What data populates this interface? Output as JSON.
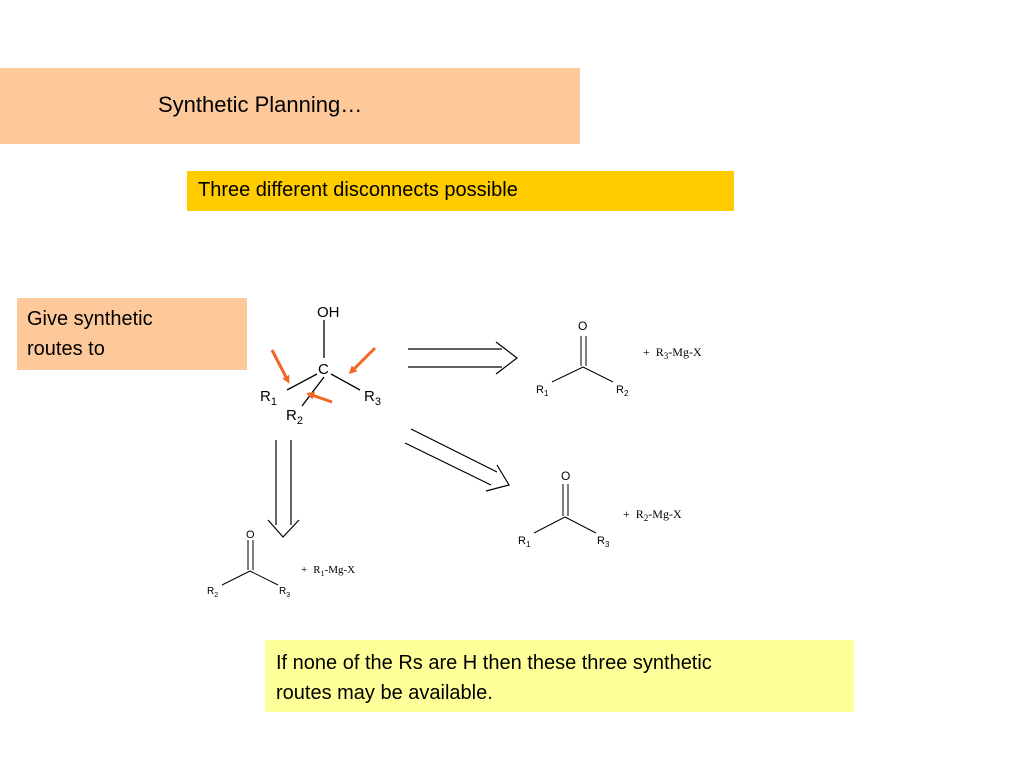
{
  "title": "Synthetic Planning…",
  "subtitle": "Three different disconnects possible",
  "prompt_lines": [
    "Give synthetic",
    "routes to"
  ],
  "note_lines": [
    "If none of the Rs are H then these three synthetic",
    "routes may be available."
  ],
  "colors": {
    "title_bg": "#fdc99a",
    "subtitle_bg": "#ffcc00",
    "note_bg": "#ffff99",
    "arrow_orange": "#f26522"
  },
  "target": {
    "oh": "OH",
    "c": "C",
    "r1": "R",
    "r1_sub": "1",
    "r2": "R",
    "r2_sub": "2",
    "r3": "R",
    "r3_sub": "3"
  },
  "product_right": {
    "o": "O",
    "left": "R",
    "left_sub": "1",
    "right": "R",
    "right_sub": "2",
    "reagent_plus": "+",
    "reagent_r": "R",
    "reagent_sub": "3",
    "reagent_rest": "-Mg-X"
  },
  "product_diag": {
    "o": "O",
    "left": "R",
    "left_sub": "1",
    "right": "R",
    "right_sub": "3",
    "reagent_plus": "+",
    "reagent_r": "R",
    "reagent_sub": "2",
    "reagent_rest": "-Mg-X"
  },
  "product_down": {
    "o": "O",
    "left": "R",
    "left_sub": "2",
    "right": "R",
    "right_sub": "3",
    "reagent_plus": "+",
    "reagent_r": "R",
    "reagent_sub": "1",
    "reagent_rest": "-Mg-X"
  }
}
